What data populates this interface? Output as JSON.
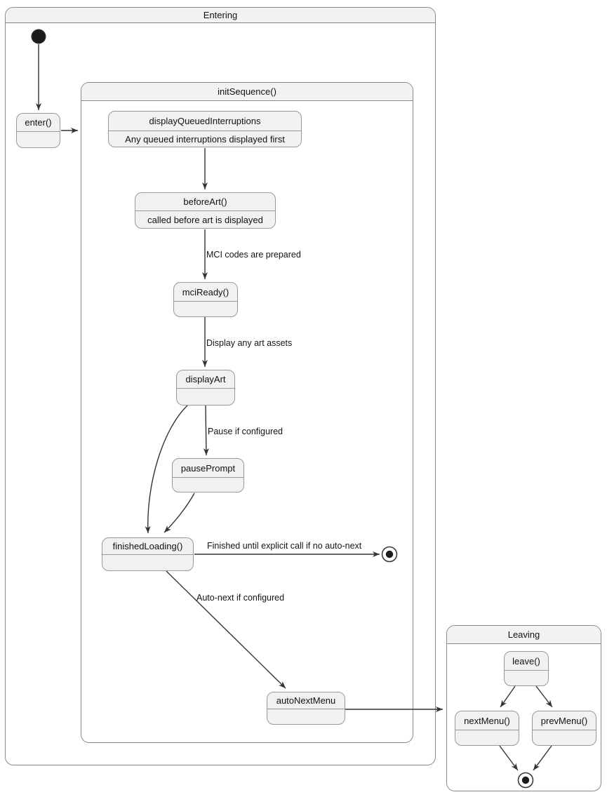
{
  "diagram": {
    "type": "state-diagram",
    "containers": {
      "entering": {
        "title": "Entering"
      },
      "initSequence": {
        "title": "initSequence()"
      },
      "leaving": {
        "title": "Leaving"
      }
    },
    "states": {
      "enter": {
        "title": "enter()",
        "description": ""
      },
      "displayQueuedInterruptions": {
        "title": "displayQueuedInterruptions",
        "description": "Any queued interruptions displayed first"
      },
      "beforeArt": {
        "title": "beforeArt()",
        "description": "called before art is displayed"
      },
      "mciReady": {
        "title": "mciReady()",
        "description": ""
      },
      "displayArt": {
        "title": "displayArt",
        "description": ""
      },
      "pausePrompt": {
        "title": "pausePrompt",
        "description": ""
      },
      "finishedLoading": {
        "title": "finishedLoading()",
        "description": ""
      },
      "autoNextMenu": {
        "title": "autoNextMenu",
        "description": ""
      },
      "leave": {
        "title": "leave()",
        "description": ""
      },
      "nextMenu": {
        "title": "nextMenu()",
        "description": ""
      },
      "prevMenu": {
        "title": "prevMenu()",
        "description": ""
      }
    },
    "edge_labels": {
      "mci_codes": "MCI codes are prepared",
      "display_assets": "Display any art assets",
      "pause": "Pause if configured",
      "finished": "Finished until explicit call if no auto-next",
      "auto_next": "Auto-next if configured"
    },
    "markers": {
      "initial_state": "filled-circle",
      "final_state": "bullseye-circle"
    },
    "colors": {
      "state_fill": "#f1f1f1",
      "state_border": "#999999",
      "container_header_fill": "#f2f2f2",
      "container_border": "#8a8a8a",
      "edge_color": "#333333",
      "text_color": "#111111",
      "background": "#ffffff"
    }
  }
}
